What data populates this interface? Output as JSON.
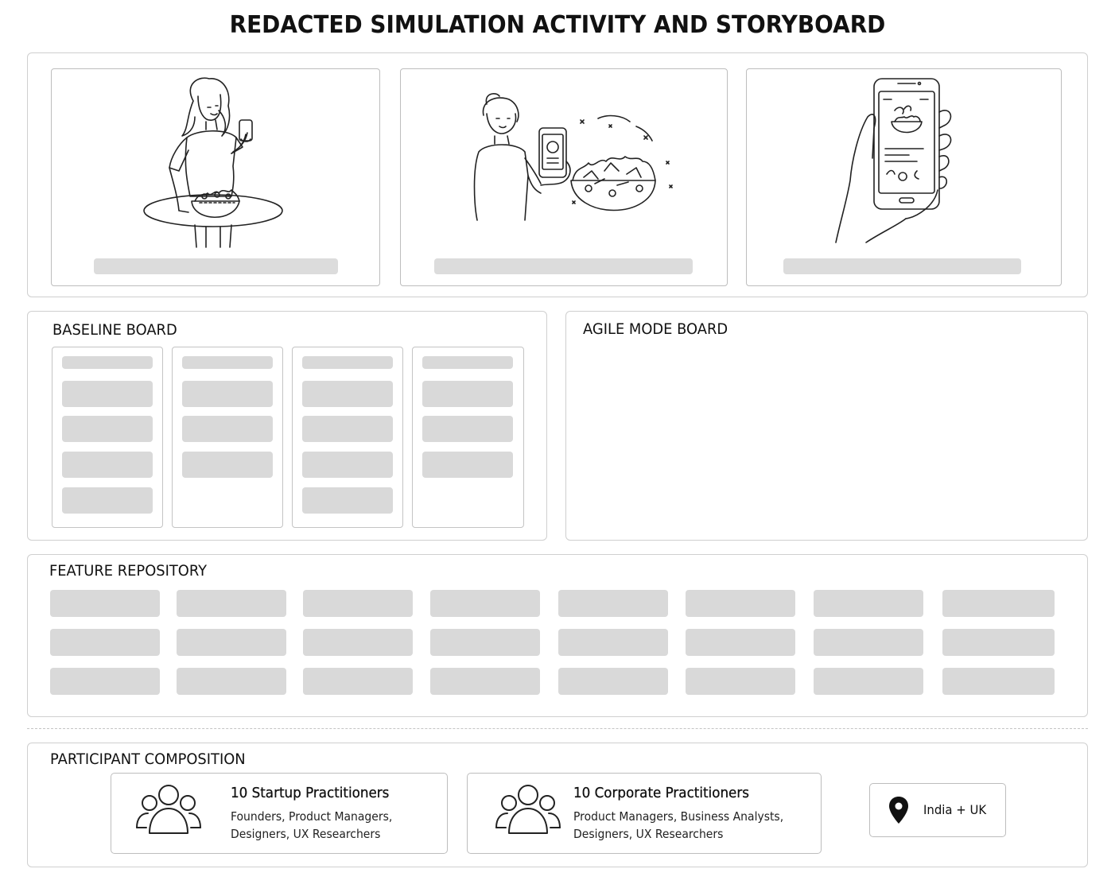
{
  "title": "REDACTED SIMULATION ACTIVITY AND STORYBOARD",
  "storyboard": {
    "panels": [
      {
        "illustration": "woman-with-phone-at-table-illustration"
      },
      {
        "illustration": "woman-scanning-bowl-illustration"
      },
      {
        "illustration": "hand-holding-phone-illustration"
      }
    ]
  },
  "baseline_board": {
    "heading": "BASELINE BOARD",
    "columns": [
      {
        "cards": 5
      },
      {
        "cards": 4
      },
      {
        "cards": 5
      },
      {
        "cards": 4
      }
    ]
  },
  "agile_board": {
    "heading": "AGILE MODE BOARD"
  },
  "feature_repository": {
    "heading": "FEATURE REPOSITORY",
    "rows": 3,
    "columns": 8
  },
  "participants": {
    "heading": "PARTICIPANT COMPOSITION",
    "groups": [
      {
        "name": "10 Startup Practitioners",
        "roles_line1": "Founders, Product Managers,",
        "roles_line2": "Designers, UX Researchers",
        "icon": "group-people-icon"
      },
      {
        "name": "10 Corporate Practitioners",
        "roles_line1": "Product Managers, Business Analysts,",
        "roles_line2": "Designers, UX Researchers",
        "icon": "group-people-icon"
      }
    ],
    "location": {
      "label": "India + UK",
      "icon": "location-pin-icon"
    }
  },
  "colors": {
    "placeholder": "#d9d9d9",
    "border": "#c4c4c4",
    "text": "#111111"
  }
}
